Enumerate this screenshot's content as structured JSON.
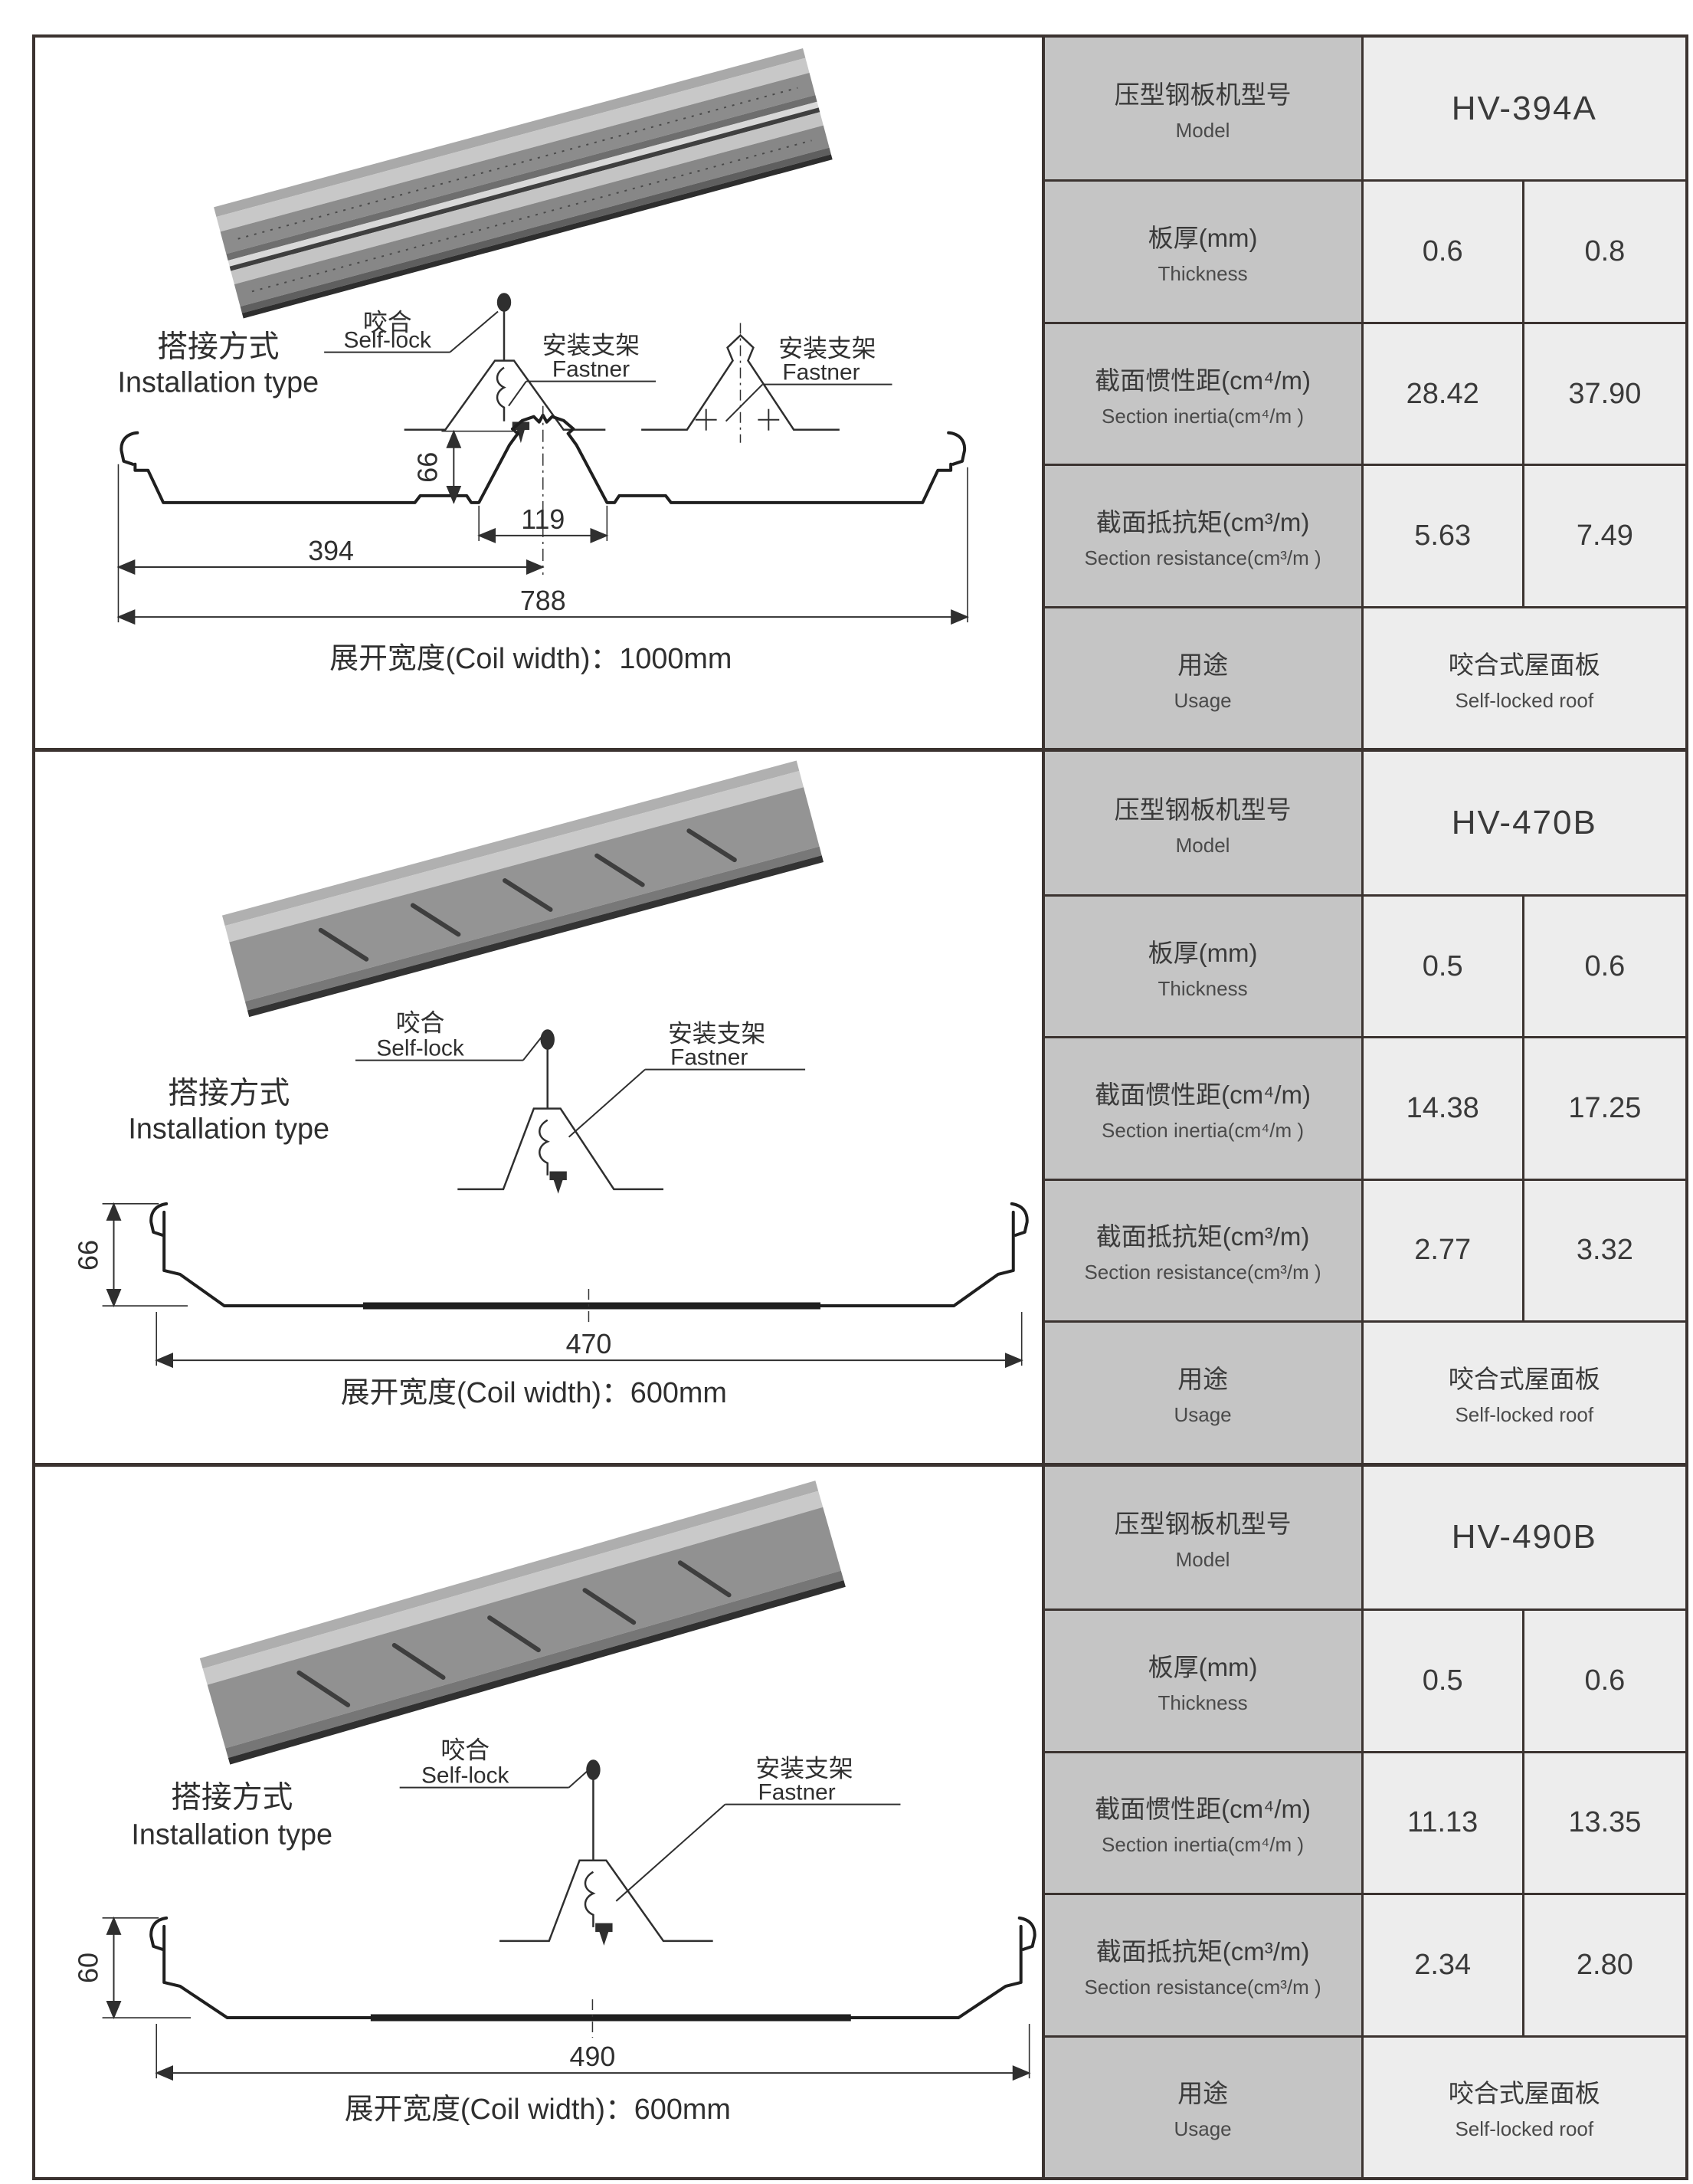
{
  "document": {
    "kind": "steel-panel-specification-sheet"
  },
  "colors": {
    "frame_border": "#3b3330",
    "label_cell_bg": "#c5c5c5",
    "value_cell_bg": "#ededed",
    "line_art": "#2f2f2f"
  },
  "labels": {
    "model_cn": "压型钢板机型号",
    "model_en": "Model",
    "thickness_cn": "板厚(mm)",
    "thickness_en": "Thickness",
    "inertia_cn": "截面惯性距(cm⁴/m)",
    "inertia_en": "Section inertia(cm⁴/m )",
    "resistance_cn": "截面抵抗矩(cm³/m)",
    "resistance_en": "Section resistance(cm³/m )",
    "usage_cn": "用途",
    "usage_en": "Usage",
    "installation_cn": "搭接方式",
    "installation_en": "Installation type",
    "selflock_cn": "咬合",
    "selflock_en": "Self-lock",
    "fastner_cn": "安装支架",
    "fastner_en": "Fastner"
  },
  "sections": [
    {
      "model": "HV-394A",
      "thickness": [
        "0.6",
        "0.8"
      ],
      "inertia": [
        "28.42",
        "37.90"
      ],
      "resistance": [
        "5.63",
        "7.49"
      ],
      "usage_cn": "咬合式屋面板",
      "usage_en": "Self-locked roof",
      "coil_width": "展开宽度(Coil width)：1000mm",
      "dims": {
        "height": "66",
        "rib_width": "119",
        "half_width": "394",
        "total_width": "788"
      }
    },
    {
      "model": "HV-470B",
      "thickness": [
        "0.5",
        "0.6"
      ],
      "inertia": [
        "14.38",
        "17.25"
      ],
      "resistance": [
        "2.77",
        "3.32"
      ],
      "usage_cn": "咬合式屋面板",
      "usage_en": "Self-locked roof",
      "coil_width": "展开宽度(Coil width)：600mm",
      "dims": {
        "height": "66",
        "total_width": "470"
      }
    },
    {
      "model": "HV-490B",
      "thickness": [
        "0.5",
        "0.6"
      ],
      "inertia": [
        "11.13",
        "13.35"
      ],
      "resistance": [
        "2.34",
        "2.80"
      ],
      "usage_cn": "咬合式屋面板",
      "usage_en": "Self-locked roof",
      "coil_width": "展开宽度(Coil width)：600mm",
      "dims": {
        "height": "60",
        "total_width": "490"
      }
    }
  ]
}
